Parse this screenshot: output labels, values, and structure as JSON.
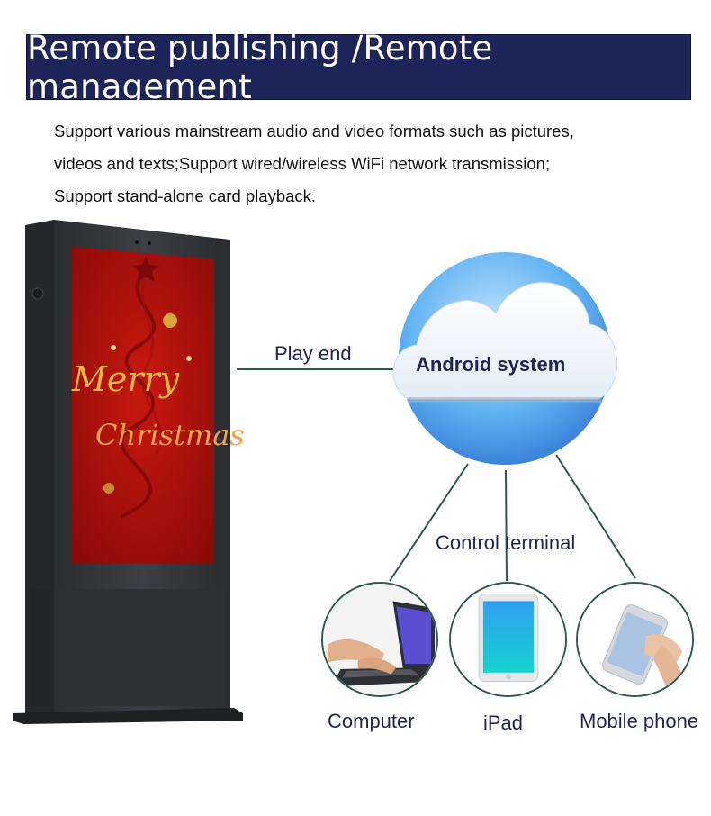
{
  "banner": {
    "title": "Remote publishing /Remote management"
  },
  "description": {
    "lines": [
      "Support various mainstream audio and video formats such as pictures,",
      "videos and texts;Support wired/wireless WiFi network transmission;",
      "Support stand-alone card playback."
    ]
  },
  "kiosk": {
    "screen_text": [
      "Merry",
      "Christmas"
    ],
    "play_end_label": "Play end"
  },
  "cloud": {
    "label": "Android system"
  },
  "control": {
    "label": "Control terminal"
  },
  "devices": [
    {
      "label": "Computer",
      "icon": "laptop-icon"
    },
    {
      "label": "iPad",
      "icon": "tablet-icon"
    },
    {
      "label": "Mobile phone",
      "icon": "phone-icon"
    }
  ],
  "colors": {
    "banner_bg": "#1d2458",
    "label_text": "#1d2458",
    "connector_line": "#2a5a52",
    "cloud_blue": "#4aa3f0",
    "screen_red": "#b5120f"
  }
}
